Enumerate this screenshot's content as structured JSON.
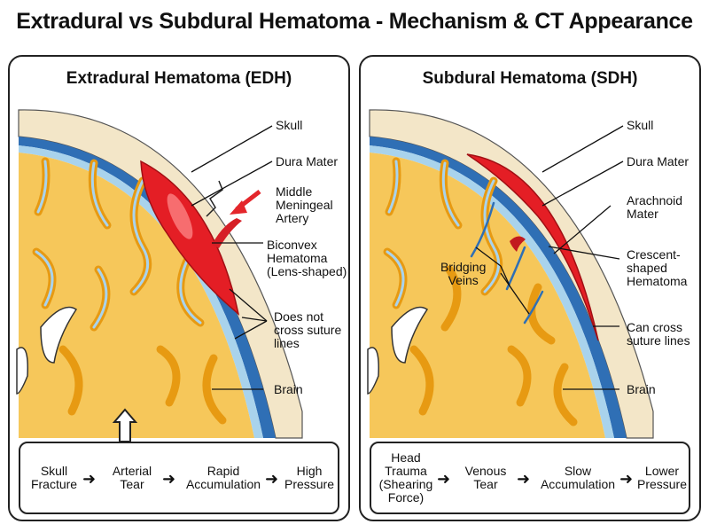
{
  "title": "Extradural vs Subdural Hematoma - Mechanism & CT Appearance",
  "edh": {
    "title": "Extradural Hematoma (EDH)",
    "labels": {
      "skull": "Skull",
      "dura": "Dura Mater",
      "artery": [
        "Middle",
        "Meningeal",
        "Artery"
      ],
      "hematoma": [
        "Biconvex",
        "Hematoma",
        "(Lens-shaped)"
      ],
      "suture": [
        "Does not",
        "cross suture",
        "lines"
      ],
      "brain": "Brain"
    },
    "flow": [
      [
        "Skull",
        "Fracture"
      ],
      [
        "Arterial",
        "Tear"
      ],
      [
        "Rapid",
        "Accumulation"
      ],
      [
        "High",
        "Pressure"
      ]
    ]
  },
  "sdh": {
    "title": "Subdural Hematoma (SDH)",
    "labels": {
      "skull": "Skull",
      "dura": "Dura Mater",
      "arachnoid": [
        "Arachnoid",
        "Mater"
      ],
      "veins": [
        "Bridging",
        "Veins"
      ],
      "hematoma": [
        "Crescent-",
        "shaped",
        "Hematoma"
      ],
      "suture": [
        "Can cross",
        "suture lines"
      ],
      "brain": "Brain"
    },
    "flow": [
      [
        "Head",
        "Trauma",
        "(Shearing",
        "Force)"
      ],
      [
        "Venous",
        "Tear"
      ],
      [
        "Slow",
        "Accumulation"
      ],
      [
        "Lower",
        "Pressure"
      ]
    ]
  },
  "colors": {
    "skull": "#f3e6c8",
    "dura": "#2f6fb5",
    "csf": "#a9d3ec",
    "brain": "#f6c75a",
    "sulcus": "#e79a12",
    "blood": "#e41e25",
    "arrow": "#e4262b"
  }
}
